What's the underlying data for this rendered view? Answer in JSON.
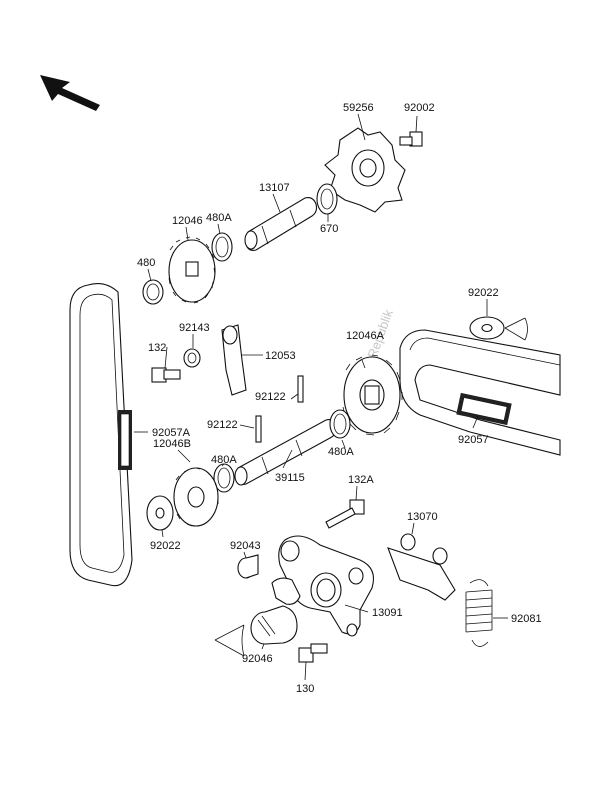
{
  "watermark": "PartsRepublik",
  "labels": {
    "p59256": "59256",
    "p92002": "92002",
    "p13107": "13107",
    "p670": "670",
    "p12046": "12046",
    "p480A_top": "480A",
    "p480": "480",
    "p92022_right": "92022",
    "p92143": "92143",
    "p132": "132",
    "p12053": "12053",
    "p12046A": "12046A",
    "p92122_a": "92122",
    "p92122_b": "92122",
    "p92057A": "92057A",
    "p92057": "92057",
    "p480A_mid": "480A",
    "p12046B": "12046B",
    "p480A_bot": "480A",
    "p39115": "39115",
    "p132A": "132A",
    "p13070": "13070",
    "p92022_left": "92022",
    "p92043": "92043",
    "p13091": "13091",
    "p92081": "92081",
    "p92046": "92046",
    "p130": "130"
  }
}
